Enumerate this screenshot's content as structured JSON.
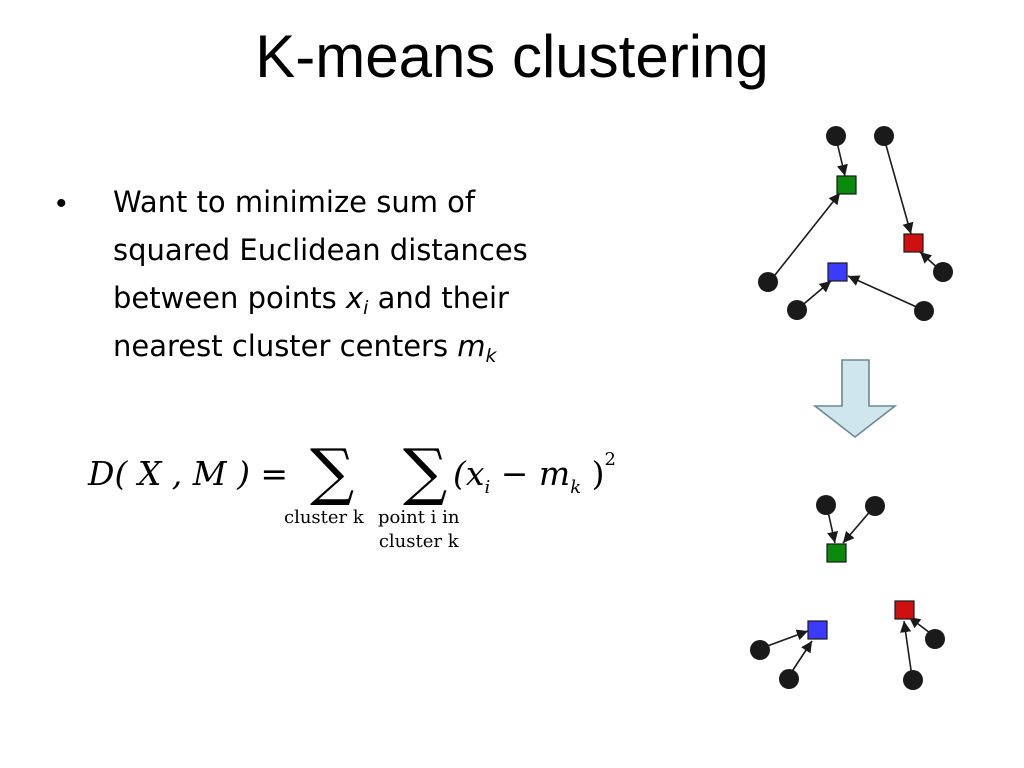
{
  "slide": {
    "title": "K-means clustering",
    "bullet_symbol": "•",
    "bullet": {
      "line1": "Want to minimize sum of",
      "line2": "squared Euclidean distances",
      "line3_pre": "between points ",
      "var_x": "x",
      "sub_i": "i",
      "line3_post": " and their",
      "line4_pre": "nearest cluster centers ",
      "var_m": "m",
      "sub_k": "k"
    }
  },
  "formula": {
    "lhs": "D( X , M ) =",
    "sum_symbol": "∑",
    "tail_open": "(",
    "tail_x": "x",
    "tail_i": "i",
    "tail_minus": " − ",
    "tail_m": "m",
    "tail_k": "k",
    "tail_close": " )",
    "tail_exp": "2",
    "sum1_limit": "cluster k",
    "sum2_limit_line1": "point i in",
    "sum2_limit_line2": "cluster k"
  },
  "diagram_colors": {
    "point": "#1a1a1a",
    "center_green": "#0a8a0a",
    "center_red": "#d01010",
    "center_blue": "#3b3bff",
    "arrow_fill": "#cfe6ec",
    "arrow_stroke": "#6a8a94"
  }
}
